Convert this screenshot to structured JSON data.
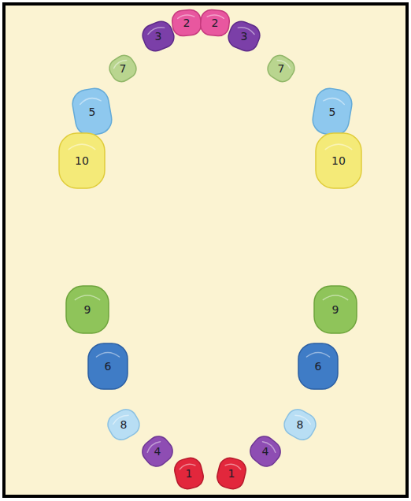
{
  "diagram": {
    "nodes": [
      {
        "text": [
          "2"
        ]
      },
      {
        "text": [
          "2"
        ]
      },
      {
        "text": [
          "3"
        ]
      },
      {
        "text": [
          "3"
        ]
      },
      {
        "text": [
          "7"
        ]
      },
      {
        "text": [
          "7"
        ]
      },
      {
        "text": [
          "5"
        ]
      },
      {
        "text": [
          "5"
        ]
      },
      {
        "text": [
          "10"
        ]
      },
      {
        "text": [
          "10"
        ]
      },
      {
        "text": [
          "9"
        ]
      },
      {
        "text": [
          "9"
        ]
      },
      {
        "text": [
          "6"
        ]
      },
      {
        "text": [
          "6"
        ]
      },
      {
        "text": [
          "8"
        ]
      },
      {
        "text": [
          "8"
        ]
      },
      {
        "text": [
          "4"
        ]
      },
      {
        "text": [
          "4"
        ]
      },
      {
        "text": [
          "1"
        ]
      },
      {
        "text": [
          "1"
        ]
      }
    ]
  }
}
